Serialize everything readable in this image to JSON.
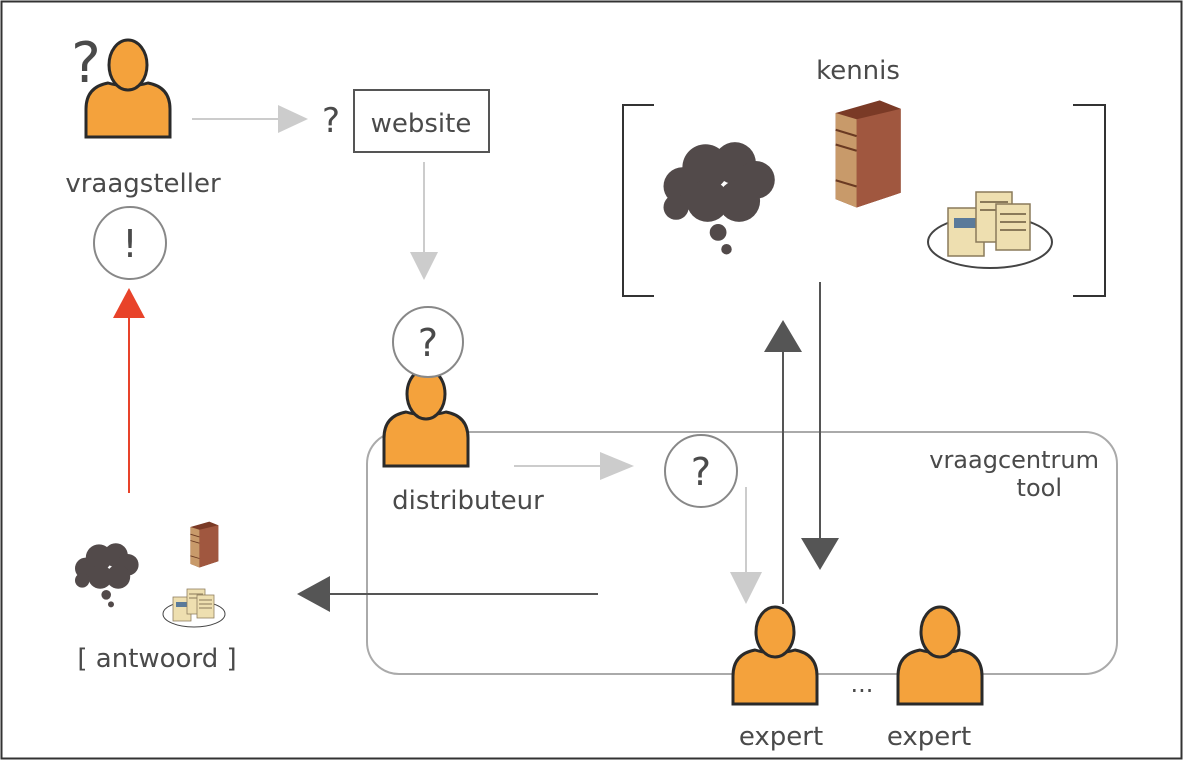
{
  "labels": {
    "asker": "vraagsteller",
    "website": "website",
    "knowledge": "kennis",
    "distributor": "distributeur",
    "tool_line1": "vraagcentrum",
    "tool_line2": "tool",
    "answer": "[ antwoord ]",
    "expert_1": "expert",
    "expert_2": "expert",
    "ellipsis": "...",
    "question_mark": "?",
    "exclamation_mark": "!"
  },
  "colors": {
    "person_fill": "#f4a23c",
    "person_stroke": "#2a2a2a",
    "arrow_light": "#cccccc",
    "arrow_dark": "#555555",
    "arrow_red": "#e8432a",
    "cloud": "#524a4a",
    "book": "#a0573f",
    "paper": "#eedfb0"
  }
}
